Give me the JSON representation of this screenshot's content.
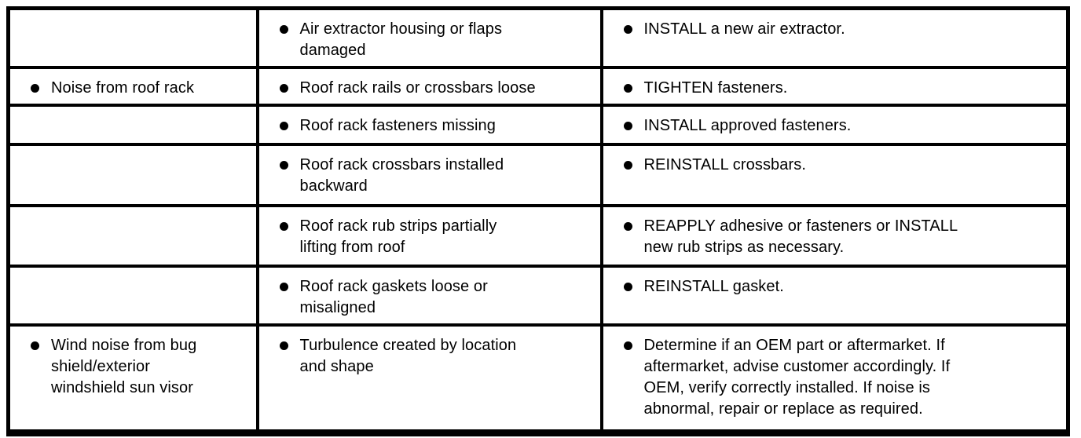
{
  "colors": {
    "border": "#000000",
    "text": "#000000",
    "background": "#ffffff"
  },
  "icons": {
    "bullet": "filled-circle"
  },
  "table": {
    "rows": [
      {
        "condition": "",
        "source": "Air extractor housing or flaps\ndamaged",
        "action": "INSTALL a new air extractor."
      },
      {
        "condition": "Noise from roof rack",
        "source": "Roof rack rails or crossbars loose",
        "action": "TIGHTEN fasteners."
      },
      {
        "condition": "",
        "source": "Roof rack fasteners missing",
        "action": "INSTALL approved fasteners."
      },
      {
        "condition": "",
        "source": "Roof rack crossbars installed\nbackward",
        "action": "REINSTALL crossbars."
      },
      {
        "condition": "",
        "source": "Roof rack rub strips partially\nlifting from roof",
        "action": "REAPPLY adhesive or fasteners or INSTALL\nnew rub strips as necessary."
      },
      {
        "condition": "",
        "source": "Roof rack gaskets loose or\nmisaligned",
        "action": "REINSTALL gasket."
      },
      {
        "condition": "Wind noise from bug\nshield/exterior\nwindshield sun visor",
        "source": "Turbulence created by location\nand shape",
        "action": "Determine if an OEM part or aftermarket. If\naftermarket, advise customer accordingly. If\nOEM, verify correctly installed. If noise is\nabnormal, repair or replace as required."
      }
    ]
  }
}
